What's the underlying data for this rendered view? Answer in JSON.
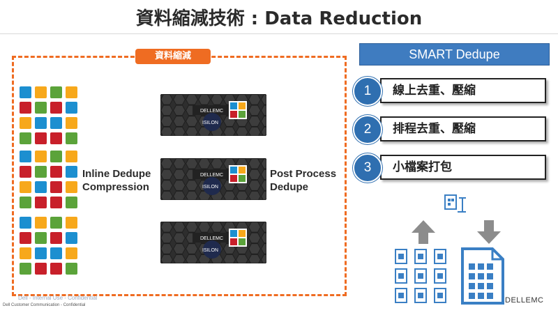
{
  "title": "資料縮減技術 : Data Reduction",
  "tag_label": "資料縮減",
  "left_label": [
    "Inline Dedupe",
    "Compression"
  ],
  "right_label": [
    "Post Process",
    "Dedupe"
  ],
  "server": {
    "brand": "DELLEMC",
    "model": "ISILON"
  },
  "smart_header": "SMART Dedupe",
  "steps": [
    {
      "num": "1",
      "text": "線上去重、壓縮"
    },
    {
      "num": "2",
      "text": "排程去重、壓縮"
    },
    {
      "num": "3",
      "text": "小檔案打包"
    }
  ],
  "footer_confidential": "Dell Customer Communication - Confidential",
  "footer_ghost": "Dell - Internal Use - Confidential",
  "footer_brand": "DELLEMC",
  "colors": {
    "orange": "#ef6c22",
    "blue": "#2f6fb0",
    "red": "#c8202a",
    "yellow": "#f7a81b",
    "green": "#5ba33a",
    "lightblue": "#1c8fd0",
    "arrow": "#8c8c8c",
    "doc": "#3a7fc4"
  }
}
